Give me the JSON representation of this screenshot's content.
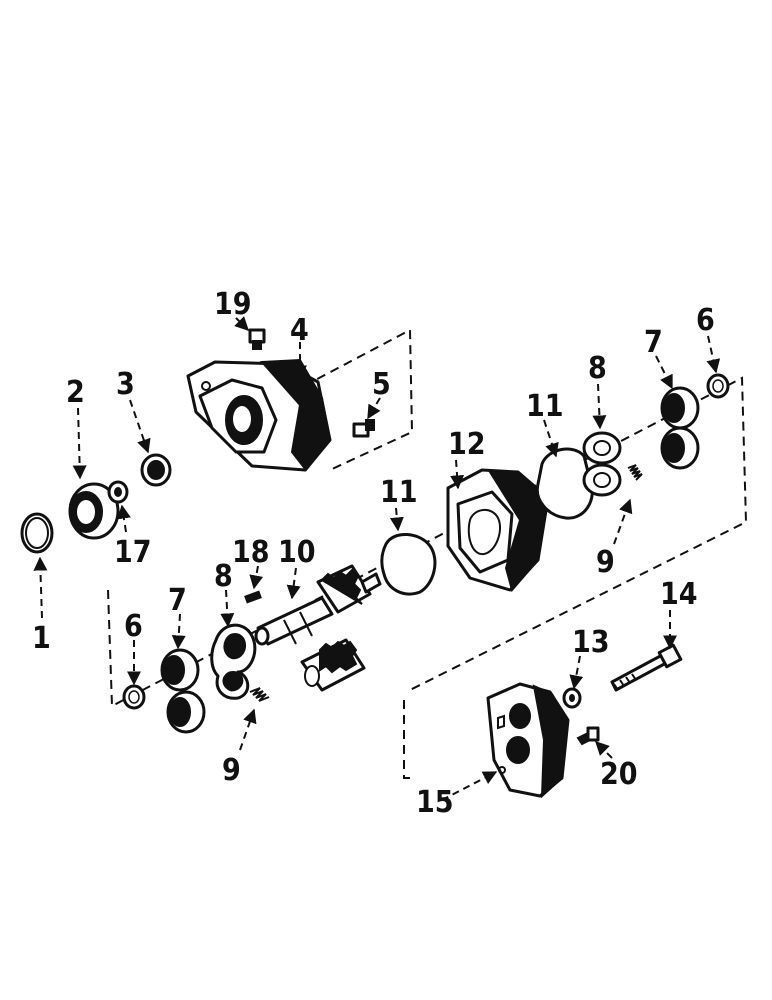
{
  "diagram": {
    "labels": {
      "l1": "1",
      "l2": "2",
      "l3": "3",
      "l4": "4",
      "l5": "5",
      "l6a": "6",
      "l6b": "6",
      "l7a": "7",
      "l7b": "7",
      "l8a": "8",
      "l8b": "8",
      "l9a": "9",
      "l9b": "9",
      "l10": "10",
      "l11a": "11",
      "l11b": "11",
      "l12": "12",
      "l13": "13",
      "l14": "14",
      "l15": "15",
      "l17": "17",
      "l18": "18",
      "l19": "19",
      "l20": "20"
    }
  }
}
